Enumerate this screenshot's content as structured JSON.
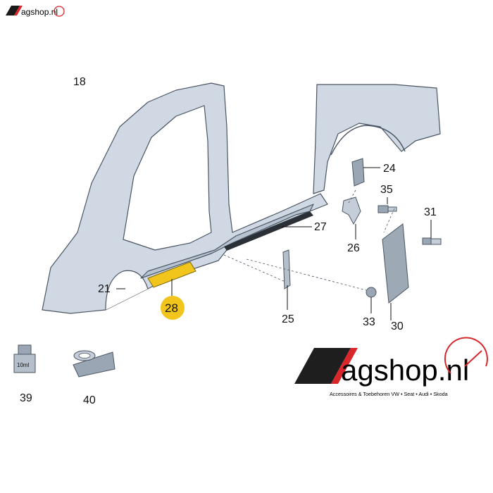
{
  "header": {
    "small_logo_text": "agshop.nl"
  },
  "logo": {
    "brand_text": "agshop.nl",
    "tagline": "Accessoires & Toebehoren VW • Seat • Audi • Skoda",
    "accent_color": "#d9262b"
  },
  "diagram": {
    "partial_top_label": "18",
    "highlight_color": "#f2c51d",
    "callouts": [
      {
        "id": "21",
        "text": "21"
      },
      {
        "id": "24",
        "text": "24"
      },
      {
        "id": "25",
        "text": "25"
      },
      {
        "id": "26",
        "text": "26"
      },
      {
        "id": "27",
        "text": "27"
      },
      {
        "id": "28",
        "text": "28"
      },
      {
        "id": "30",
        "text": "30"
      },
      {
        "id": "31",
        "text": "31"
      },
      {
        "id": "33",
        "text": "33"
      },
      {
        "id": "35",
        "text": "35"
      },
      {
        "id": "39",
        "text": "39"
      },
      {
        "id": "40",
        "text": "40"
      }
    ],
    "tube_label": "10ml"
  }
}
